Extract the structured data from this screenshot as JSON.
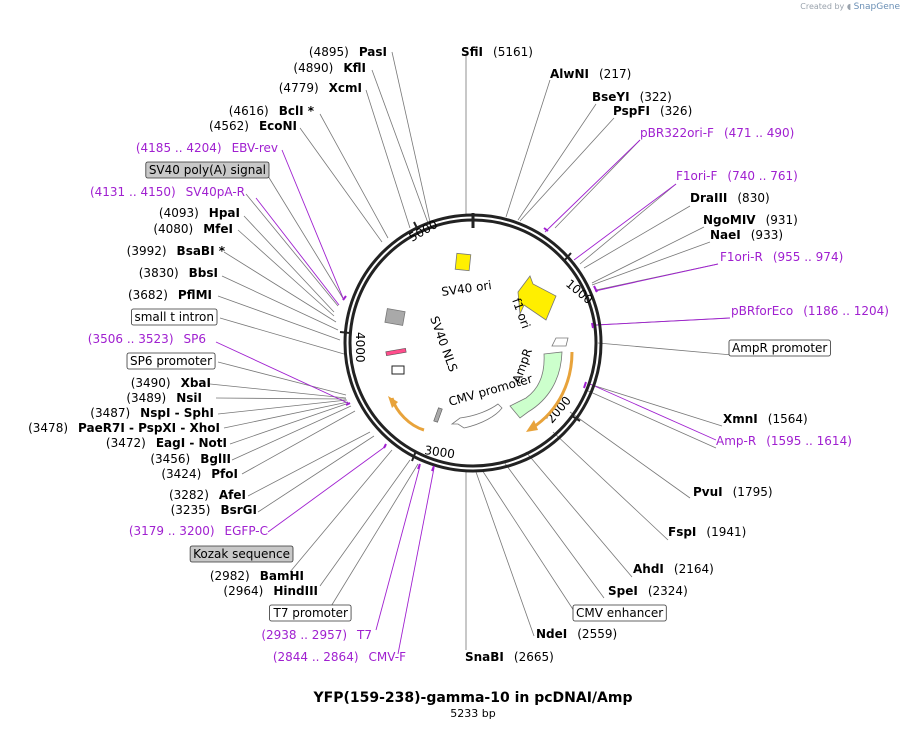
{
  "credit": {
    "prefix": "Created by",
    "brand": "SnapGene"
  },
  "title": "YFP(159-238)-gamma-10 in pcDNAI/Amp",
  "subtitle": "5233 bp",
  "ticks": [
    "1000",
    "2000",
    "3000",
    "4000",
    "5000"
  ],
  "inner_features": [
    "SV40 ori",
    "f1 ori",
    "AmpR",
    "CMV promoter",
    "SV40 NLS"
  ],
  "right_labels": [
    {
      "name": "SfiI",
      "pos": "(5161)",
      "kind": "enzyme"
    },
    {
      "name": "AlwNI",
      "pos": "(217)",
      "kind": "enzyme"
    },
    {
      "name": "BseYI",
      "pos": "(322)",
      "kind": "enzyme"
    },
    {
      "name": "PspFI",
      "pos": "(326)",
      "kind": "enzyme"
    },
    {
      "name": "pBR322ori-F",
      "pos": "(471 .. 490)",
      "kind": "primer"
    },
    {
      "name": "F1ori-F",
      "pos": "(740 .. 761)",
      "kind": "primer"
    },
    {
      "name": "DraIII",
      "pos": "(830)",
      "kind": "enzyme"
    },
    {
      "name": "NgoMIV",
      "pos": "(931)",
      "kind": "enzyme"
    },
    {
      "name": "NaeI",
      "pos": "(933)",
      "kind": "enzyme"
    },
    {
      "name": "F1ori-R",
      "pos": "(955 .. 974)",
      "kind": "primer"
    },
    {
      "name": "pBRforEco",
      "pos": "(1186 .. 1204)",
      "kind": "primer"
    },
    {
      "name": "AmpR promoter",
      "pos": "",
      "kind": "feature"
    },
    {
      "name": "XmnI",
      "pos": "(1564)",
      "kind": "enzyme"
    },
    {
      "name": "Amp-R",
      "pos": "(1595 .. 1614)",
      "kind": "primer"
    },
    {
      "name": "PvuI",
      "pos": "(1795)",
      "kind": "enzyme"
    },
    {
      "name": "FspI",
      "pos": "(1941)",
      "kind": "enzyme"
    },
    {
      "name": "AhdI",
      "pos": "(2164)",
      "kind": "enzyme"
    },
    {
      "name": "SpeI",
      "pos": "(2324)",
      "kind": "enzyme"
    },
    {
      "name": "CMV enhancer",
      "pos": "",
      "kind": "feature"
    },
    {
      "name": "NdeI",
      "pos": "(2559)",
      "kind": "enzyme"
    },
    {
      "name": "SnaBI",
      "pos": "(2665)",
      "kind": "enzyme"
    }
  ],
  "left_labels": [
    {
      "name": "PasI",
      "pos": "(4895)",
      "kind": "enzyme"
    },
    {
      "name": "KflI",
      "pos": "(4890)",
      "kind": "enzyme"
    },
    {
      "name": "XcmI",
      "pos": "(4779)",
      "kind": "enzyme"
    },
    {
      "name": "BclI *",
      "pos": "(4616)",
      "kind": "enzyme"
    },
    {
      "name": "EcoNI",
      "pos": "(4562)",
      "kind": "enzyme"
    },
    {
      "name": "EBV-rev",
      "pos": "(4185 .. 4204)",
      "kind": "primer"
    },
    {
      "name": "SV40 poly(A) signal",
      "pos": "",
      "kind": "feature-gray"
    },
    {
      "name": "SV40pA-R",
      "pos": "(4131 .. 4150)",
      "kind": "primer"
    },
    {
      "name": "HpaI",
      "pos": "(4093)",
      "kind": "enzyme"
    },
    {
      "name": "MfeI",
      "pos": "(4080)",
      "kind": "enzyme"
    },
    {
      "name": "BsaBI *",
      "pos": "(3992)",
      "kind": "enzyme"
    },
    {
      "name": "BbsI",
      "pos": "(3830)",
      "kind": "enzyme"
    },
    {
      "name": "PflMI",
      "pos": "(3682)",
      "kind": "enzyme"
    },
    {
      "name": "small t intron",
      "pos": "",
      "kind": "feature-box"
    },
    {
      "name": "SP6",
      "pos": "(3506 .. 3523)",
      "kind": "primer"
    },
    {
      "name": "SP6 promoter",
      "pos": "",
      "kind": "feature"
    },
    {
      "name": "XbaI",
      "pos": "(3490)",
      "kind": "enzyme"
    },
    {
      "name": "NsiI",
      "pos": "(3489)",
      "kind": "enzyme"
    },
    {
      "name": "NspI  -  SphI",
      "pos": "(3487)",
      "kind": "enzyme"
    },
    {
      "name": "PaeR7I  -  PspXI  -  XhoI",
      "pos": "(3478)",
      "kind": "enzyme"
    },
    {
      "name": "EagI  -  NotI",
      "pos": "(3472)",
      "kind": "enzyme"
    },
    {
      "name": "BglII",
      "pos": "(3456)",
      "kind": "enzyme"
    },
    {
      "name": "PfoI",
      "pos": "(3424)",
      "kind": "enzyme"
    },
    {
      "name": "AfeI",
      "pos": "(3282)",
      "kind": "enzyme"
    },
    {
      "name": "BsrGI",
      "pos": "(3235)",
      "kind": "enzyme"
    },
    {
      "name": "EGFP-C",
      "pos": "(3179 .. 3200)",
      "kind": "primer"
    },
    {
      "name": "Kozak sequence",
      "pos": "",
      "kind": "feature-gray"
    },
    {
      "name": "BamHI",
      "pos": "(2982)",
      "kind": "enzyme"
    },
    {
      "name": "HindIII",
      "pos": "(2964)",
      "kind": "enzyme"
    },
    {
      "name": "T7 promoter",
      "pos": "",
      "kind": "feature"
    },
    {
      "name": "T7",
      "pos": "(2938 .. 2957)",
      "kind": "primer"
    },
    {
      "name": "CMV-F",
      "pos": "(2844 .. 2864)",
      "kind": "primer"
    }
  ],
  "colors": {
    "primer": "#a020d0",
    "ori": "#ffef00",
    "ampr": "#ccffcc",
    "promoter": "#ffffff",
    "orange": "#e8a33b",
    "gray": "#a9a9a9"
  }
}
